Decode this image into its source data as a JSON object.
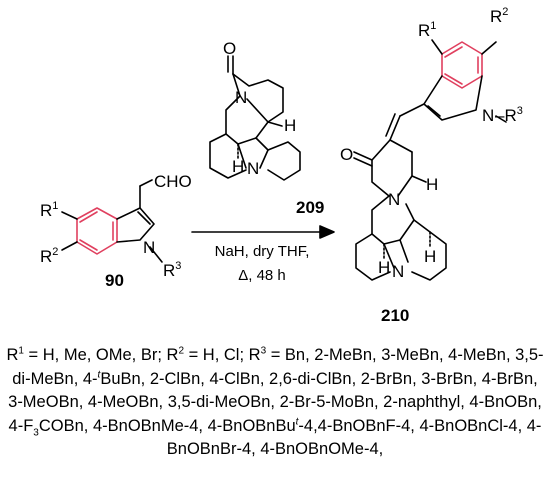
{
  "compounds": {
    "aldehyde": {
      "id": "90",
      "cho": "CHO",
      "r1": "R",
      "r1_sup": "1",
      "r2": "R",
      "r2_sup": "2",
      "n": "N",
      "r3": "R",
      "r3_sup": "3"
    },
    "lactam": {
      "id": "209",
      "o": "O",
      "n_amide": "N",
      "n_amine": "N",
      "h": "H"
    },
    "product": {
      "id": "210",
      "r1": "R",
      "r1_sup": "1",
      "r2": "R",
      "r2_sup": "2",
      "n_indole": "N",
      "r3": "–R",
      "r3_sup": "3",
      "o": "O",
      "n_amide": "N",
      "n_amine": "N",
      "h": "H"
    }
  },
  "conditions": {
    "line1": "NaH, dry THF,",
    "line2": "Δ, 48 h"
  },
  "caption": {
    "segments": [
      {
        "t": "R"
      },
      {
        "sup": "1"
      },
      {
        "t": " = H, Me, OMe, Br; R"
      },
      {
        "sup": "2"
      },
      {
        "t": " = H, Cl; R"
      },
      {
        "sup": "3"
      },
      {
        "t": " = Bn, 2-MeBn, 3-MeBn, 4-MeBn, 3,5-di-MeBn, 4-"
      },
      {
        "sup": "t"
      },
      {
        "t": "BuBn, 2-ClBn, 4-ClBn, 2,6-di-ClBn, 2-BrBn, 3-BrBn, 4-BrBn, 3-MeOBn, 4-MeOBn, 3,5-di-MeOBn, 2-Br-5-MoBn, 2-naphthyl, 4-BnOBn, 4-F"
      },
      {
        "sub": "3"
      },
      {
        "t": "COBn, 4-BnOBnMe-4, 4-BnOBnBu"
      },
      {
        "sup": "t"
      },
      {
        "t": "-4,4-BnOBnF-4, 4-BnOBnCl-4, 4-BnOBnBr-4, 4-BnOBnOMe-4,"
      }
    ]
  },
  "colors": {
    "highlight": "#e0405f",
    "ink": "#000000"
  }
}
